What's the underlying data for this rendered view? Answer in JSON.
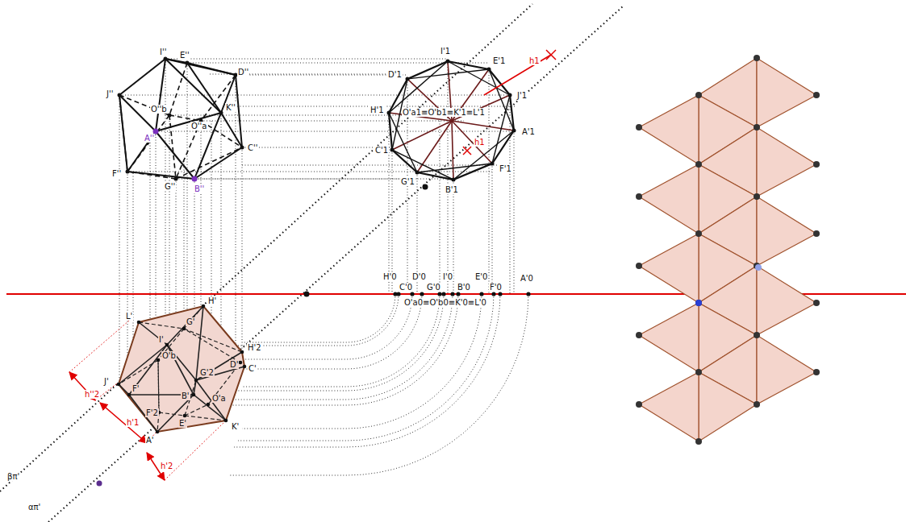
{
  "diagram": {
    "labels": [
      "I''",
      "E''",
      "D''",
      "J''",
      "O''b",
      "K''",
      "O''a",
      "A''",
      "C''",
      "F''",
      "G''",
      "B''",
      "I'1",
      "E'1",
      "h1",
      "D'1",
      "J'1",
      "H'1",
      "O'a1≡O'b1≡K'1≡L'1",
      "A'1",
      "h1",
      "C'1",
      "F'1",
      "G'1",
      "B'1",
      "H'0",
      "C'0",
      "D'0",
      "G'0",
      "I'0",
      "B'0",
      "E'0",
      "F'0",
      "A'0",
      "O'a0≡O'b0≡K'0≡L'0",
      "L'",
      "H'",
      "G'",
      "I'",
      "H'2",
      "D'",
      "C'",
      "J'",
      "O'b",
      "F'",
      "G'2",
      "B'",
      "O'a",
      "F'2",
      "E'",
      "A'",
      "K'",
      "h''2",
      "h'1",
      "h'2",
      "βπ'",
      "απ'"
    ]
  }
}
